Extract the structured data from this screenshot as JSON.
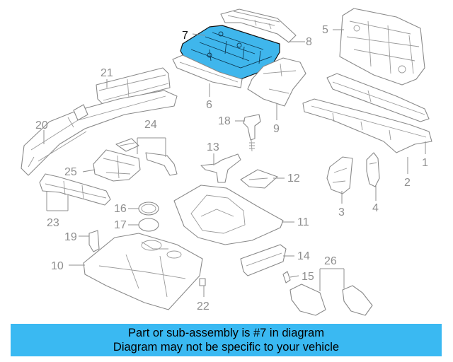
{
  "diagram": {
    "highlight_color": "#3fb6ec",
    "callouts": [
      {
        "id": "7",
        "label": "7",
        "highlighted": true
      },
      {
        "id": "8",
        "label": "8"
      },
      {
        "id": "5",
        "label": "5"
      },
      {
        "id": "21",
        "label": "21"
      },
      {
        "id": "6",
        "label": "6"
      },
      {
        "id": "18",
        "label": "18"
      },
      {
        "id": "9",
        "label": "9"
      },
      {
        "id": "20",
        "label": "20"
      },
      {
        "id": "24",
        "label": "24"
      },
      {
        "id": "1",
        "label": "1"
      },
      {
        "id": "13",
        "label": "13"
      },
      {
        "id": "25",
        "label": "25"
      },
      {
        "id": "12",
        "label": "12"
      },
      {
        "id": "2",
        "label": "2"
      },
      {
        "id": "3",
        "label": "3"
      },
      {
        "id": "4",
        "label": "4"
      },
      {
        "id": "16",
        "label": "16"
      },
      {
        "id": "23",
        "label": "23"
      },
      {
        "id": "17",
        "label": "17"
      },
      {
        "id": "11",
        "label": "11"
      },
      {
        "id": "19",
        "label": "19"
      },
      {
        "id": "14",
        "label": "14"
      },
      {
        "id": "26",
        "label": "26"
      },
      {
        "id": "10",
        "label": "10"
      },
      {
        "id": "15",
        "label": "15"
      },
      {
        "id": "22",
        "label": "22"
      }
    ]
  },
  "banner": {
    "line1": "Part or sub-assembly is #7 in diagram",
    "line2": "Diagram may not be specific to your vehicle",
    "color": "#3ab9f2"
  }
}
